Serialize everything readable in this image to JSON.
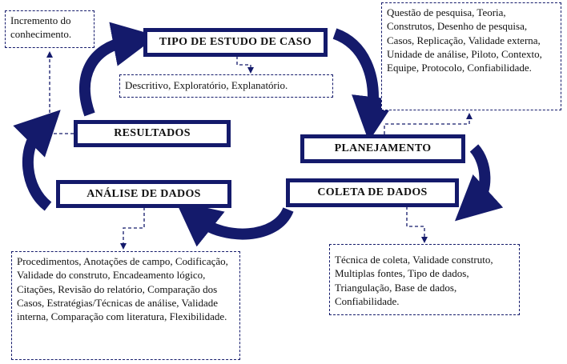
{
  "colors": {
    "arrow": "#141a6b",
    "border": "#141a6b"
  },
  "stages": {
    "tipo": "TIPO DE ESTUDO DE CASO",
    "planejamento": "PLANEJAMENTO",
    "coleta": "COLETA DE DADOS",
    "analise": "ANÁLISE DE DADOS",
    "resultados": "RESULTADOS"
  },
  "notes": {
    "incremento": "Incremento do conhecimento.",
    "tipo": "Descritivo, Exploratório, Explanatório.",
    "planejamento": "Questão de pesquisa, Teoria, Construtos, Desenho de pesquisa, Casos, Replicação, Validade externa, Unidade de análise, Piloto, Contexto, Equipe, Protocolo, Confiabilidade.",
    "coleta": "Técnica de coleta, Validade construto, Multiplas fontes, Tipo de dados, Triangulação, Base de dados, Confiabilidade.",
    "analise": "Procedimentos, Anotações de campo, Codificação, Validade do construto, Encadeamento lógico, Citações, Revisão do relatório, Comparação dos Casos, Estratégias/Técnicas de análise, Validade interna, Comparação com literatura, Flexibilidade."
  }
}
